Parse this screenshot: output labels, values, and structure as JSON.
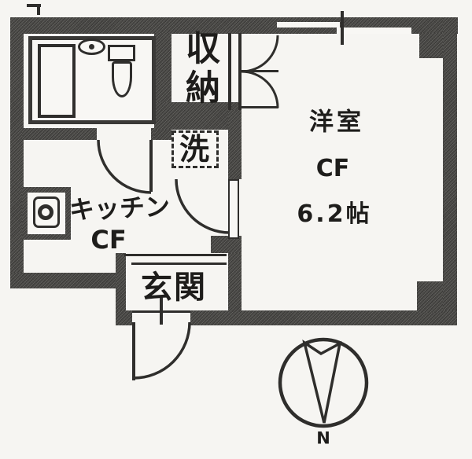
{
  "floorplan": {
    "title": "apartment-floor-plan",
    "rooms": {
      "western": {
        "label": "洋室",
        "floor": "CF",
        "size": "6.2帖"
      },
      "kitchen": {
        "label": "キッチン",
        "floor": "CF"
      },
      "entrance": {
        "label": "玄関"
      },
      "storage": {
        "label": "収納"
      },
      "laundry": {
        "label": "洗"
      }
    },
    "fixtures": [
      "bathtub",
      "sink",
      "toilet",
      "stove",
      "sliding-window"
    ],
    "compass": {
      "north": "N",
      "direction": "north-points-down"
    },
    "colors": {
      "wall": "#4b4a47",
      "line": "#2f2e2c",
      "paper": "#f6f5f2"
    }
  }
}
